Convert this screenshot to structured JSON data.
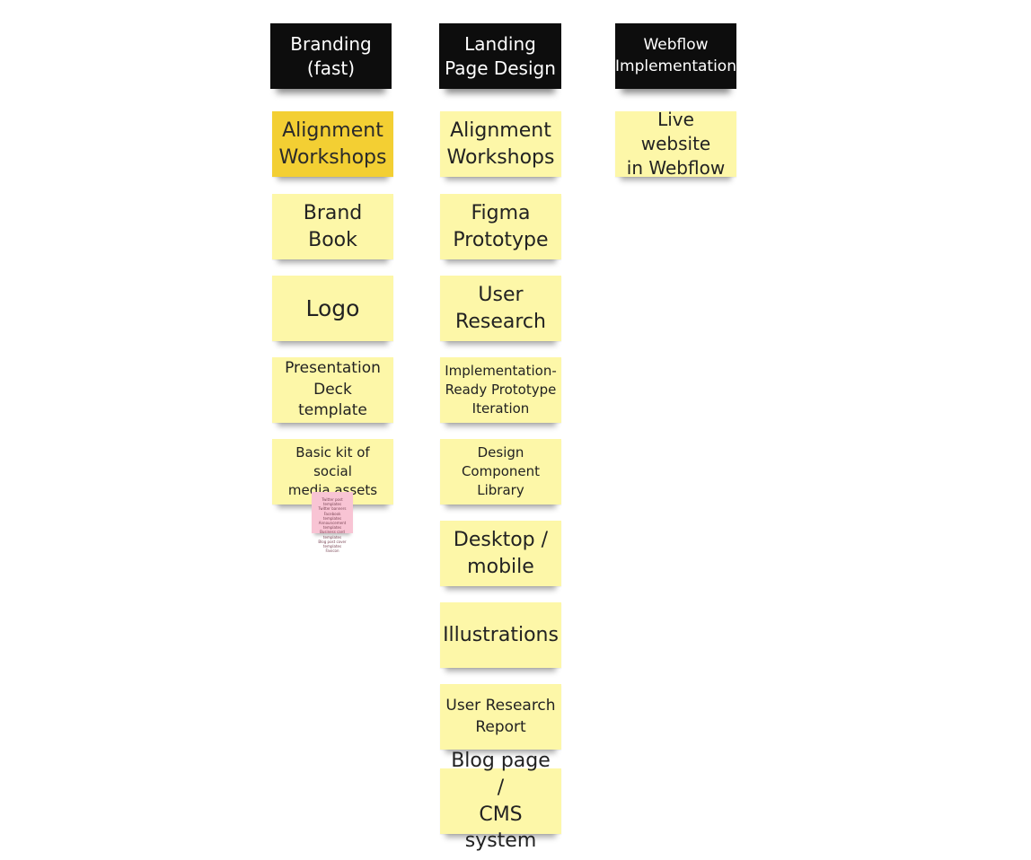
{
  "board": {
    "columns": [
      {
        "header": "Branding\n(fast)",
        "notes": [
          "Alignment\nWorkshops",
          "Brand\nBook",
          "Logo",
          "Presentation\nDeck template",
          "Basic kit of social\nmedia assets"
        ],
        "tiny_note": "Twitter post templates\nTwitter banners\nFacebook templates\nAnnouncement templates\nBusiness card templates\nBlog post cover templates\nFavicon"
      },
      {
        "header": "Landing\nPage Design",
        "notes": [
          "Alignment\nWorkshops",
          "Figma\nPrototype",
          "User\nResearch",
          "Implementation-\nReady Prototype\nIteration",
          "Design\nComponent\nLibrary",
          "Desktop /\nmobile",
          "Illustrations",
          "User Research\nReport",
          "Blog page /\nCMS system"
        ]
      },
      {
        "header": "Webflow\nImplementation",
        "notes": [
          "Live website\nin Webflow"
        ]
      }
    ]
  },
  "colors": {
    "header": "#0d0d0d",
    "sticky_yellow": "#fdf7a8",
    "sticky_gold": "#f3cf33",
    "sticky_pink": "#f8c4d4"
  }
}
